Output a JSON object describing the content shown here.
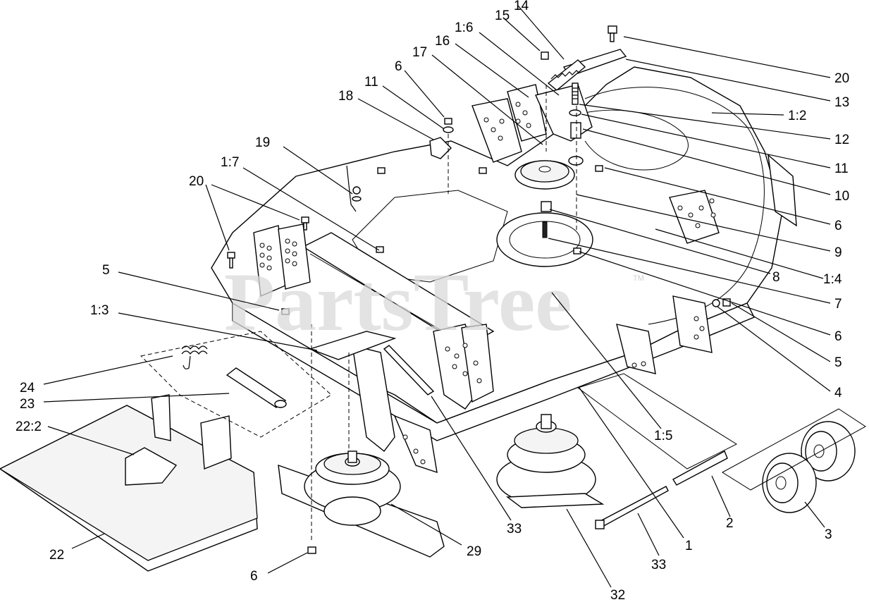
{
  "watermark": {
    "text": "PartsTree",
    "tm": "TM"
  },
  "callouts": [
    {
      "id": "c-14",
      "label": "14"
    },
    {
      "id": "c-15",
      "label": "15"
    },
    {
      "id": "c-1-6",
      "label": "1:6"
    },
    {
      "id": "c-16",
      "label": "16"
    },
    {
      "id": "c-17",
      "label": "17"
    },
    {
      "id": "c-6a",
      "label": "6"
    },
    {
      "id": "c-11a",
      "label": "11"
    },
    {
      "id": "c-18",
      "label": "18"
    },
    {
      "id": "c-19",
      "label": "19"
    },
    {
      "id": "c-1-7",
      "label": "1:7"
    },
    {
      "id": "c-20a",
      "label": "20"
    },
    {
      "id": "c-5a",
      "label": "5"
    },
    {
      "id": "c-1-3",
      "label": "1:3"
    },
    {
      "id": "c-24",
      "label": "24"
    },
    {
      "id": "c-23",
      "label": "23"
    },
    {
      "id": "c-22-2",
      "label": "22:2"
    },
    {
      "id": "c-22",
      "label": "22"
    },
    {
      "id": "c-6b",
      "label": "6"
    },
    {
      "id": "c-29",
      "label": "29"
    },
    {
      "id": "c-33a",
      "label": "33"
    },
    {
      "id": "c-32",
      "label": "32"
    },
    {
      "id": "c-33b",
      "label": "33"
    },
    {
      "id": "c-1",
      "label": "1"
    },
    {
      "id": "c-2",
      "label": "2"
    },
    {
      "id": "c-3",
      "label": "3"
    },
    {
      "id": "c-1-5",
      "label": "1:5"
    },
    {
      "id": "c-20b",
      "label": "20"
    },
    {
      "id": "c-13",
      "label": "13"
    },
    {
      "id": "c-1-2",
      "label": "1:2"
    },
    {
      "id": "c-12",
      "label": "12"
    },
    {
      "id": "c-11b",
      "label": "11"
    },
    {
      "id": "c-10",
      "label": "10"
    },
    {
      "id": "c-6c",
      "label": "6"
    },
    {
      "id": "c-9",
      "label": "9"
    },
    {
      "id": "c-8",
      "label": "8"
    },
    {
      "id": "c-1-4",
      "label": "1:4"
    },
    {
      "id": "c-7",
      "label": "7"
    },
    {
      "id": "c-6d",
      "label": "6"
    },
    {
      "id": "c-5b",
      "label": "5"
    },
    {
      "id": "c-4",
      "label": "4"
    }
  ]
}
